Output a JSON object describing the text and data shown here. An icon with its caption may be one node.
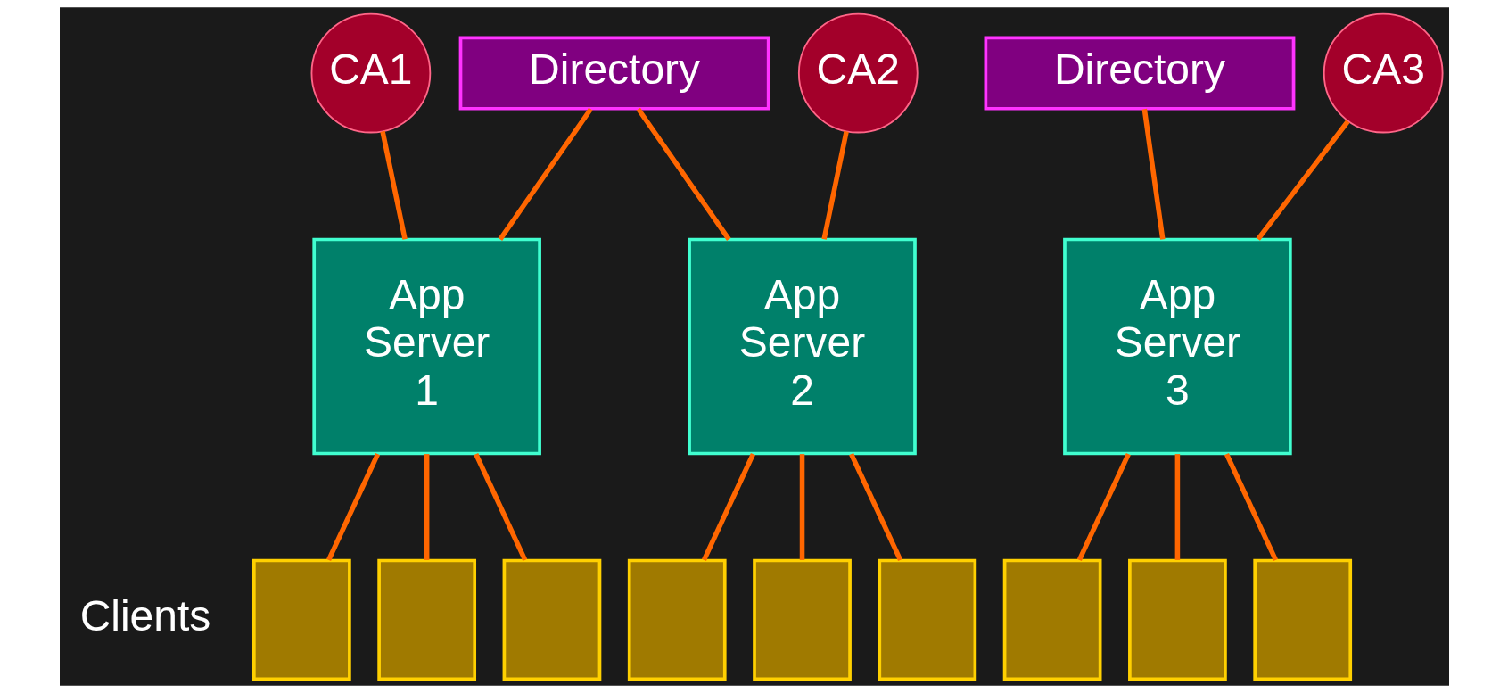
{
  "diagram": {
    "nodes": [
      {
        "text": [
          "Directory"
        ]
      },
      {
        "text": [
          "Directory"
        ]
      },
      {
        "text": [
          "CA1"
        ]
      },
      {
        "text": [
          "CA2"
        ]
      },
      {
        "text": [
          "CA3"
        ]
      },
      {
        "text": [
          "App Server 1"
        ]
      },
      {
        "text": [
          "App Server 2"
        ]
      },
      {
        "text": [
          "App Server 3"
        ]
      },
      {
        "text": [],
        "shape": "box"
      },
      {
        "text": [],
        "shape": "box"
      },
      {
        "text": [],
        "shape": "box"
      },
      {
        "text": [],
        "shape": "box"
      },
      {
        "text": [],
        "shape": "box"
      },
      {
        "text": [],
        "shape": "box"
      },
      {
        "text": [],
        "shape": "box"
      },
      {
        "text": [],
        "shape": "box"
      },
      {
        "text": [],
        "shape": "box"
      }
    ],
    "edges": [
      {
        "from": 2,
        "to": 5,
        "arrow": "none"
      },
      {
        "from": 0,
        "to": 5,
        "arrow": "none"
      },
      {
        "from": 0,
        "to": 6,
        "arrow": "none"
      },
      {
        "from": 3,
        "to": 6,
        "arrow": "none"
      },
      {
        "from": 1,
        "to": 7,
        "arrow": "none"
      },
      {
        "from": 4,
        "to": 7,
        "arrow": "none"
      },
      {
        "from": 5,
        "to": 8,
        "arrow": "none"
      },
      {
        "from": 5,
        "to": 9,
        "arrow": "none"
      },
      {
        "from": 5,
        "to": 10,
        "arrow": "none"
      },
      {
        "from": 6,
        "to": 11,
        "arrow": "none"
      },
      {
        "from": 6,
        "to": 12,
        "arrow": "none"
      },
      {
        "from": 6,
        "to": 13,
        "arrow": "none"
      },
      {
        "from": 7,
        "to": 14,
        "arrow": "none"
      },
      {
        "from": 7,
        "to": 15,
        "arrow": "none"
      },
      {
        "from": 7,
        "to": 16,
        "arrow": "none"
      }
    ],
    "labels": [
      "Clients"
    ]
  }
}
